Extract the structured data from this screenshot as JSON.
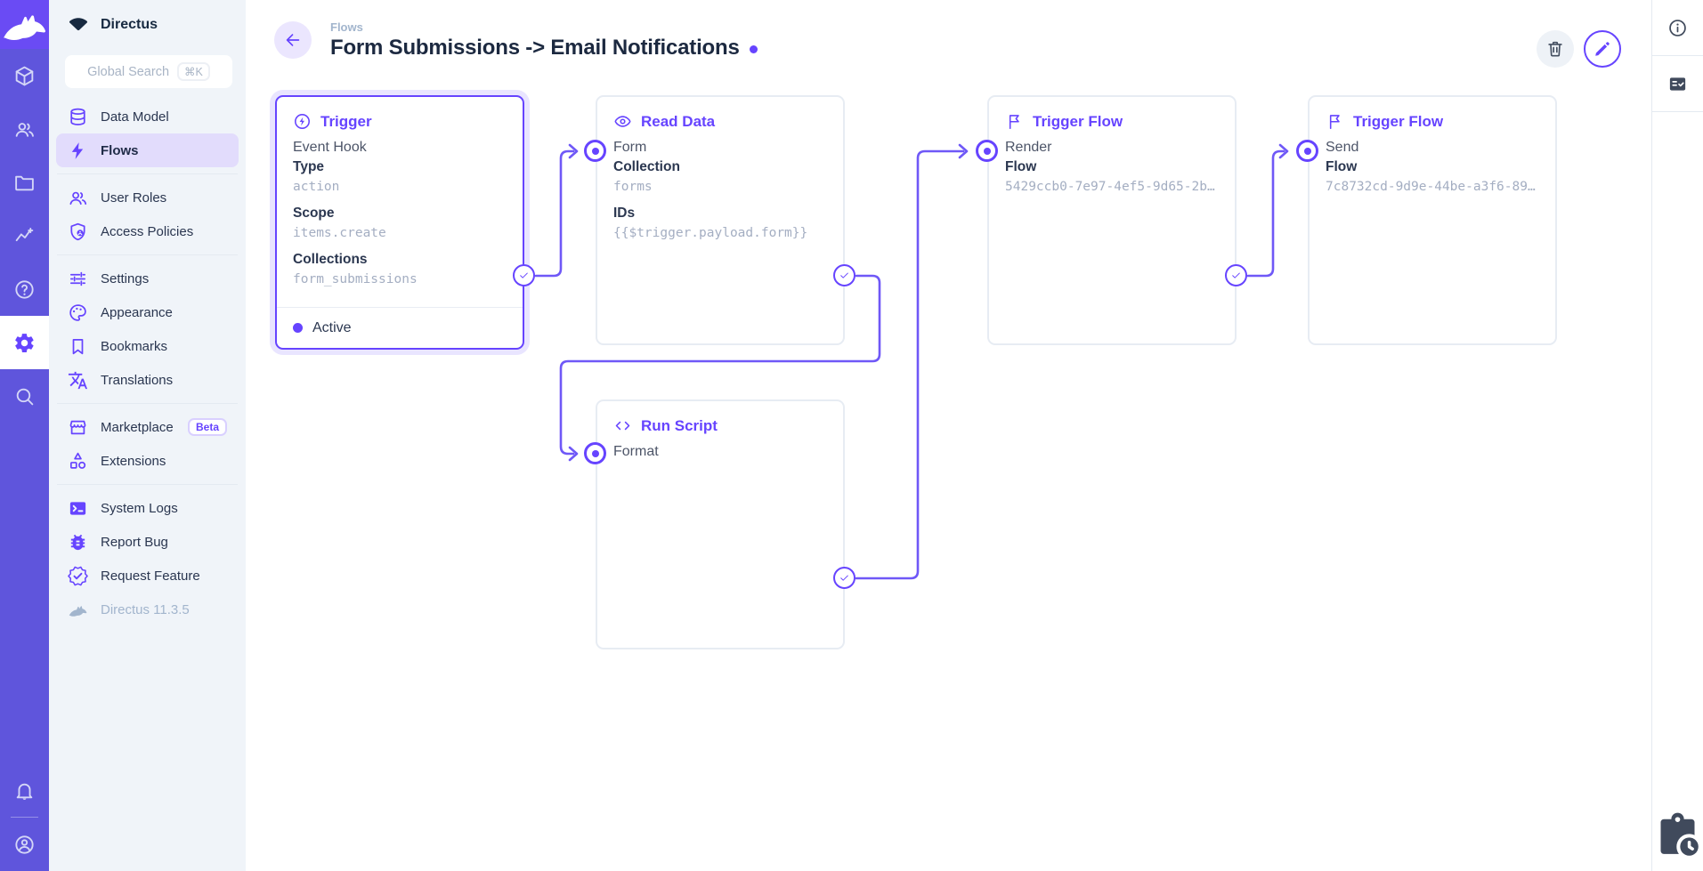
{
  "theme": {
    "accent": "#6644ff",
    "module_bar_bg": "#5f55dc",
    "logo_tile_bg": "#6a4bf4",
    "sidebar_bg": "#f0f4f9",
    "active_item_bg": "#e2dcfc",
    "title_color": "#1c2940",
    "muted_text": "#a2b5cd"
  },
  "module_bar": {
    "icons": [
      "directus-rabbit-logo",
      "content-module",
      "users-module",
      "files-module",
      "insights-module",
      "docs-module",
      "settings-module",
      "search-module",
      "notifications",
      "user-avatar"
    ]
  },
  "sidebar": {
    "project_name": "Directus",
    "search_placeholder": "Global Search",
    "search_kbd": "⌘K",
    "items": [
      {
        "label": "Data Model"
      },
      {
        "label": "Flows",
        "active": true
      },
      {
        "label": "User Roles"
      },
      {
        "label": "Access Policies"
      },
      {
        "label": "Settings"
      },
      {
        "label": "Appearance"
      },
      {
        "label": "Bookmarks"
      },
      {
        "label": "Translations"
      },
      {
        "label": "Marketplace",
        "badge": "Beta"
      },
      {
        "label": "Extensions"
      },
      {
        "label": "System Logs"
      },
      {
        "label": "Report Bug"
      },
      {
        "label": "Request Feature"
      }
    ],
    "version": "Directus 11.3.5"
  },
  "header": {
    "breadcrumb": "Flows",
    "title": "Form Submissions -> Email Notifications"
  },
  "flow": {
    "nodes": {
      "trigger": {
        "type_label": "Trigger",
        "subtitle": "Event Hook",
        "fields": [
          {
            "label": "Type",
            "value": "action"
          },
          {
            "label": "Scope",
            "value": "items.create"
          },
          {
            "label": "Collections",
            "value": "form_submissions"
          }
        ],
        "status": "Active"
      },
      "read_data": {
        "type_label": "Read Data",
        "name": "Form",
        "fields": [
          {
            "label": "Collection",
            "value": "forms"
          },
          {
            "label": "IDs",
            "value": "{{$trigger.payload.form}}"
          }
        ]
      },
      "run_script": {
        "type_label": "Run Script",
        "name": "Format"
      },
      "trigger_flow_render": {
        "type_label": "Trigger Flow",
        "name": "Render",
        "fields": [
          {
            "label": "Flow",
            "value": "5429ccb0-7e97-4ef5-9d65-2b…"
          }
        ]
      },
      "trigger_flow_send": {
        "type_label": "Trigger Flow",
        "name": "Send",
        "fields": [
          {
            "label": "Flow",
            "value": "7c8732cd-9d9e-44be-a3f6-89…"
          }
        ]
      }
    }
  }
}
